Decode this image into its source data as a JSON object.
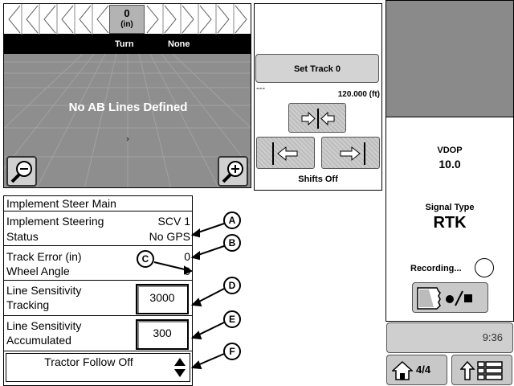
{
  "guidance": {
    "offset_value": "0",
    "offset_unit": "(in)",
    "turn_label": "Turn",
    "turn_value": "None",
    "no_ab_message": "No AB Lines Defined"
  },
  "track": {
    "set_track_label": "Set Track 0",
    "dashes": "---",
    "distance": "120.000 (ft)",
    "shifts_status": "Shifts Off"
  },
  "status": {
    "vdop_label": "VDOP",
    "vdop_value": "10.0",
    "signal_type_label": "Signal Type",
    "signal_type_value": "RTK",
    "recording_label": "Recording...",
    "time": "9:36",
    "page_indicator": "4/4"
  },
  "steer": {
    "title": "Implement Steer Main",
    "implement_steering_label": "Implement Steering",
    "implement_steering_value": "SCV 1",
    "status_label": "Status",
    "status_value": "No GPS",
    "track_error_label": "Track Error (in)",
    "track_error_value": "0",
    "wheel_angle_label": "Wheel Angle",
    "wheel_angle_value": "0",
    "line_sens_tracking_label1": "Line Sensitivity",
    "line_sens_tracking_label2": "Tracking",
    "line_sens_tracking_value": "3000",
    "line_sens_accum_label1": "Line Sensitivity",
    "line_sens_accum_label2": "Accumulated",
    "line_sens_accum_value": "300",
    "tractor_follow_value": "Tractor Follow Off"
  },
  "callouts": [
    "A",
    "B",
    "C",
    "D",
    "E",
    "F"
  ],
  "colors": {
    "panel_bg": "#ffffff",
    "field_gray": "#8e8e8e",
    "button_gray": "#c8c8c8",
    "band_black": "#000000"
  }
}
